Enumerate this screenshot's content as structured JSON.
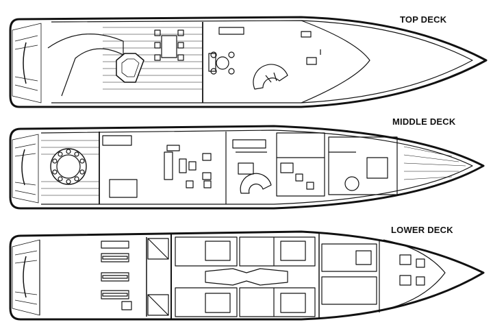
{
  "decks": {
    "top": {
      "label": "TOP DECK"
    },
    "middle": {
      "label": "MIDDLE DECK"
    },
    "lower": {
      "label": "LOWER DECK"
    }
  },
  "colors": {
    "line": "#111111",
    "background": "#ffffff"
  }
}
